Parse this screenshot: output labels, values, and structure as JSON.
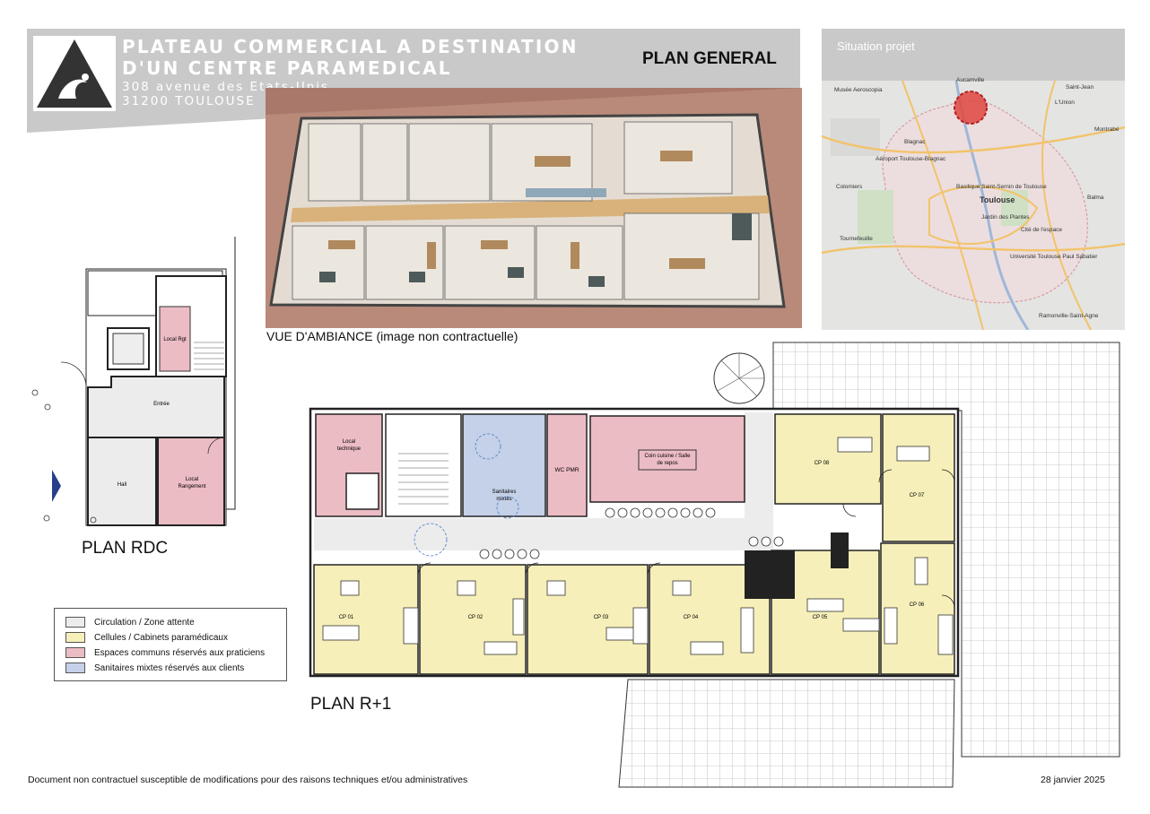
{
  "header": {
    "title_line1": "PLATEAU COMMERCIAL A DESTINATION",
    "title_line2": "D'UN CENTRE PARAMEDICAL",
    "address_line1": "308 avenue des Etats-Unis",
    "address_line2": "31200 TOULOUSE",
    "plan_title": "PLAN GENERAL"
  },
  "situation": {
    "label": "Situation projet",
    "places": [
      "Musée Aeroscopia",
      "Blagnac",
      "Aéroport Toulouse-Blagnac",
      "Colomiers",
      "Basilique Saint-Sernin de Toulouse",
      "Toulouse",
      "Jardin des Plantes",
      "Cité de l'espace",
      "Tournefeuille",
      "Université Toulouse Paul Sabatier",
      "L'Union",
      "Saint-Jean",
      "Montrabé",
      "Balma",
      "Ramonville-Saint-Agne",
      "Aucamville"
    ]
  },
  "render": {
    "caption": "VUE D'AMBIANCE (image non contractuelle)"
  },
  "plan_rdc": {
    "title": "PLAN RDC",
    "rooms": {
      "local_rgt": "Local Rgt",
      "entree": "Entrée",
      "hall": "Hall",
      "local_rangement_1": "Local",
      "local_rangement_2": "Rangement"
    }
  },
  "plan_r1": {
    "title": "PLAN R+1",
    "rooms": {
      "local_tech_1": "Local",
      "local_tech_2": "technique",
      "sanitaires_1": "Sanitaires",
      "sanitaires_2": "mixtes",
      "wc_pmr": "WC PMR",
      "cuisine_1": "Coin cuisine / Salle",
      "cuisine_2": "de repos",
      "cp01": "CP 01",
      "cp02": "CP 02",
      "cp03": "CP 03",
      "cp04": "CP 04",
      "cp05": "CP 05",
      "cp06": "CP 06",
      "cp07": "CP 07",
      "cp08": "CP 08"
    }
  },
  "legend": {
    "items": [
      {
        "label": "Circulation / Zone attente",
        "color": "#ececec"
      },
      {
        "label": "Cellules / Cabinets paramédicaux",
        "color": "#f6efb9"
      },
      {
        "label": "Espaces communs réservés aux praticiens",
        "color": "#ecbcc4"
      },
      {
        "label": "Sanitaires mixtes réservés aux clients",
        "color": "#c4d1e8"
      }
    ]
  },
  "footer": {
    "disclaimer": "Document non contractuel susceptible de modifications pour des raisons techniques et/ou administratives",
    "date": "28 janvier 2025"
  }
}
